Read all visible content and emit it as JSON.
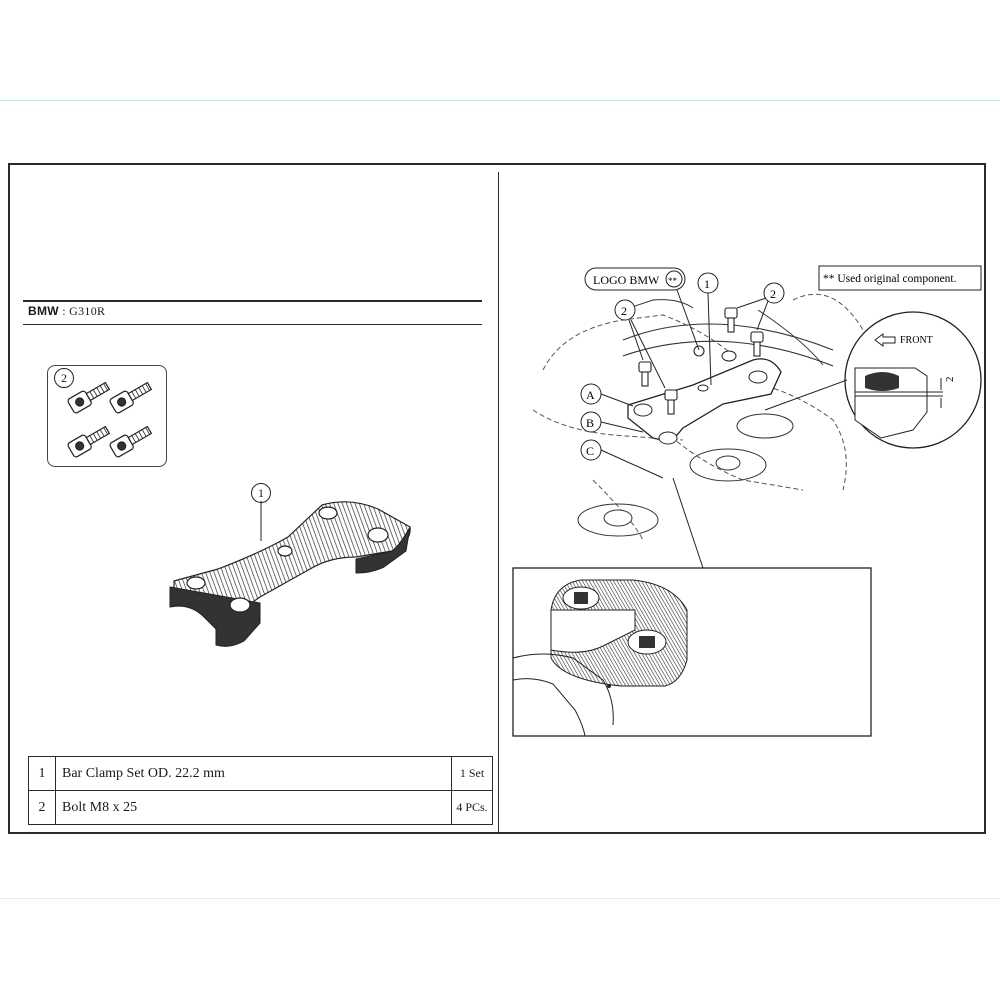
{
  "header": {
    "brand": "BMW",
    "separator": ":",
    "model": "G310R"
  },
  "left_figure": {
    "bolt_callout": "2",
    "clamp_callout": "1"
  },
  "parts_table": {
    "rows": [
      {
        "no": "1",
        "description": "Bar Clamp Set OD. 22.2 mm",
        "qty": "1 Set"
      },
      {
        "no": "2",
        "description": "Bolt M8 x 25",
        "qty": "4 PCs."
      }
    ]
  },
  "diagram": {
    "logo_label": "LOGO BMW",
    "logo_mark": "**",
    "note": "** Used original component.",
    "callout_1": "1",
    "callout_2_left": "2",
    "callout_2_right": "2",
    "label_a": "A",
    "label_b": "B",
    "label_c": "C",
    "front_label": "FRONT",
    "gap_value": "2"
  }
}
